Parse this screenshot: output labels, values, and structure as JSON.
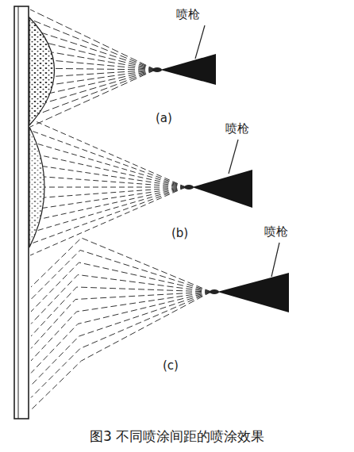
{
  "diagram": {
    "caption": "图3 不同喷涂间距的喷涂效果",
    "labels": [
      "喷枪",
      "(a)",
      "喷枪",
      "(b)",
      "喷枪",
      "(c)"
    ]
  }
}
